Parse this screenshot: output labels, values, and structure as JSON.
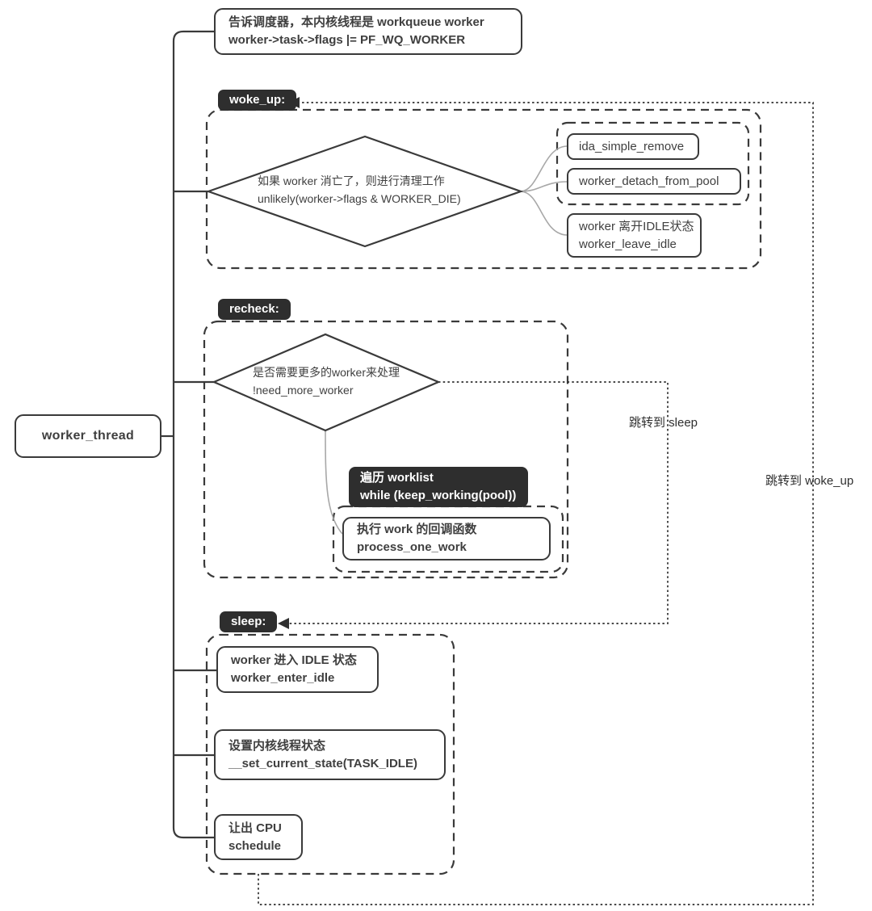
{
  "colors": {
    "stroke": "#3a3a3a",
    "label_bg": "#2e2e2e",
    "curve": "#a8a8a8",
    "text": "#3f3f3f"
  },
  "root": {
    "label": "worker_thread"
  },
  "top_note": {
    "line1": "告诉调度器，本内核线程是 workqueue worker",
    "line2": "worker->task->flags |= PF_WQ_WORKER"
  },
  "woke_up": {
    "label": "woke_up:",
    "diamond": {
      "line1": "如果 worker 消亡了，则进行清理工作",
      "line2": "unlikely(worker->flags & WORKER_DIE)"
    },
    "ida_box": {
      "line1": "ida_simple_remove"
    },
    "detach_box": {
      "line1": "worker_detach_from_pool"
    },
    "leave_idle_box": {
      "line1": "worker 离开IDLE状态",
      "line2": "worker_leave_idle"
    }
  },
  "recheck": {
    "label": "recheck:",
    "diamond": {
      "line1": "是否需要更多的worker来处理",
      "line2": "!need_more_worker"
    },
    "loop_box": {
      "line1": "遍历 worklist",
      "line2": "while (keep_working(pool))"
    },
    "process_box": {
      "line1": "执行 work 的回调函数",
      "line2": "process_one_work"
    }
  },
  "sleep": {
    "label": "sleep:",
    "enter_idle_box": {
      "line1": "worker 进入 IDLE 状态",
      "line2": "worker_enter_idle"
    },
    "set_state_box": {
      "line1": "设置内核线程状态",
      "line2": "__set_current_state(TASK_IDLE)"
    },
    "schedule_box": {
      "line1": "让出 CPU",
      "line2": "schedule"
    }
  },
  "jumps": {
    "to_sleep": "跳转到 sleep",
    "to_woke_up": "跳转到 woke_up"
  }
}
